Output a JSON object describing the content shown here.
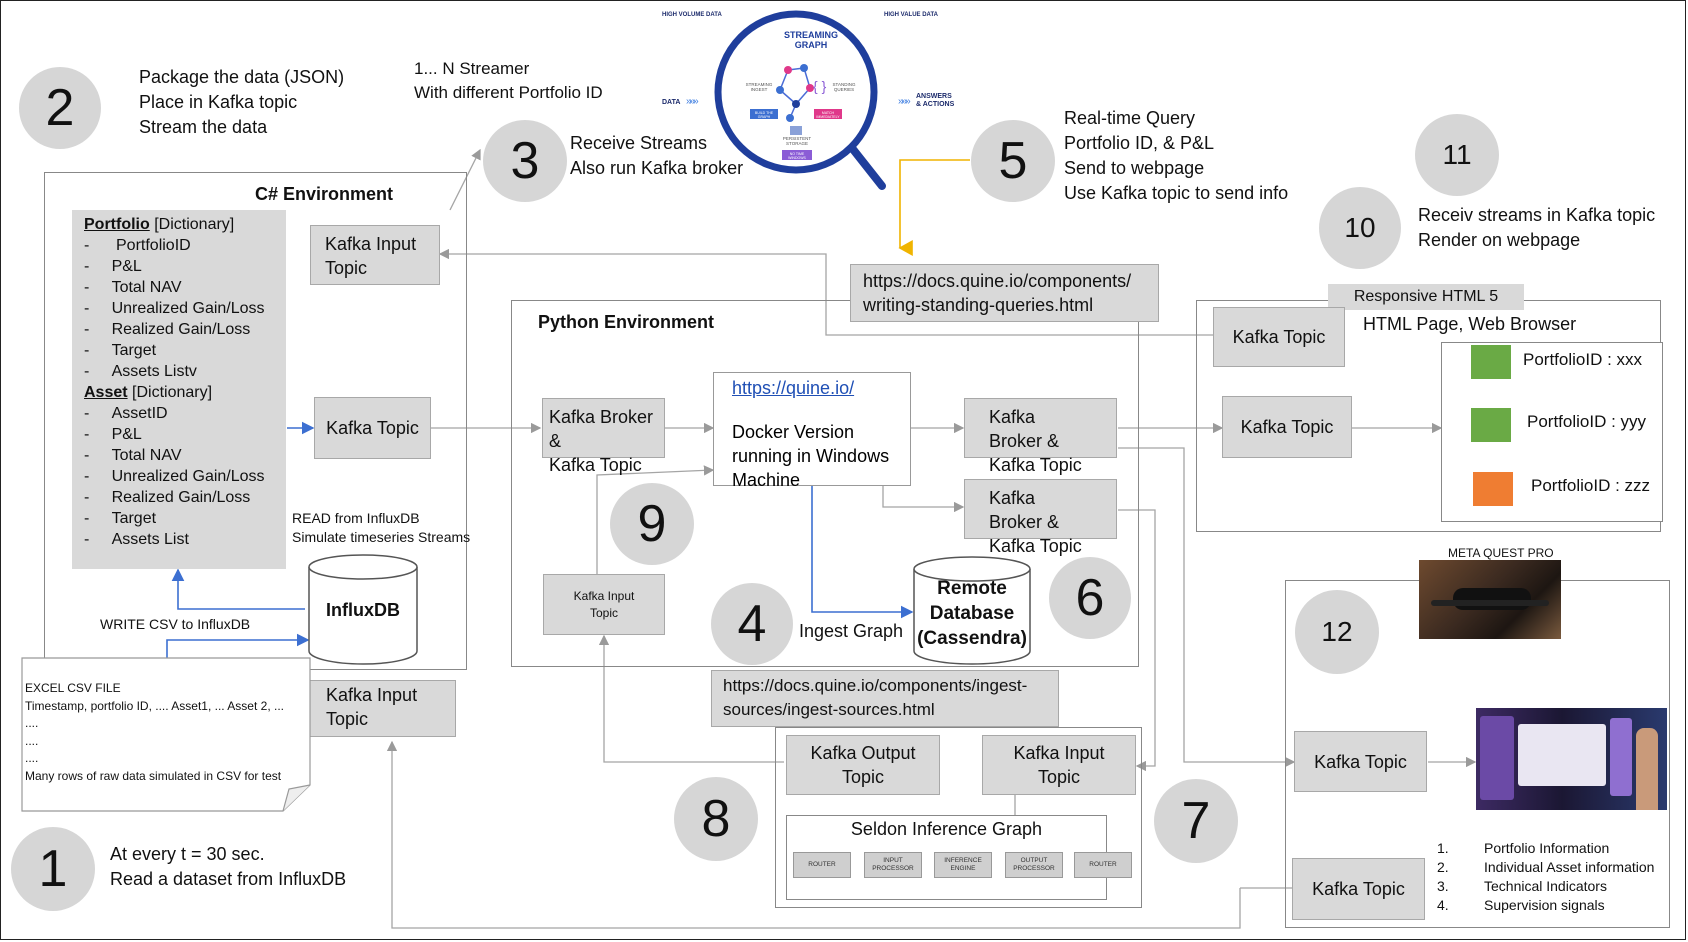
{
  "step_numbers": {
    "s1": "1",
    "s2": "2",
    "s3": "3",
    "s4": "4",
    "s5": "5",
    "s6": "6",
    "s7": "7",
    "s8": "8",
    "s9": "9",
    "s10": "10",
    "s11": "11",
    "s12": "12"
  },
  "notes": {
    "step2": [
      "Package the data (JSON)",
      "Place in Kafka topic",
      "Stream the data"
    ],
    "streamer": [
      "1... N Streamer",
      "With different Portfolio ID"
    ],
    "step3": [
      "Receive Streams",
      "Also run Kafka broker"
    ],
    "step5": [
      "Real-time Query",
      "Portfolio ID, & P&L",
      "Send to webpage",
      "Use Kafka topic to send info"
    ],
    "step10": [
      "Receiv streams in Kafka topic",
      "Render on webpage"
    ],
    "step1": [
      "At every t = 30 sec.",
      "Read a dataset from InfluxDB"
    ],
    "read_influx": [
      "READ from InfluxDB",
      "Simulate timeseries Streams"
    ],
    "write_csv": "WRITE CSV to InfluxDB",
    "ingest_graph": "Ingest Graph"
  },
  "csharp": {
    "title": "C# Environment",
    "portfolio_header": "Portfolio",
    "portfolio_suffix": " [Dictionary]",
    "portfolio_items": [
      "PortfolioID",
      "P&L",
      "Total NAV",
      "Unrealized Gain/Loss",
      "Realized Gain/Loss",
      "Target",
      "Assets Listv"
    ],
    "asset_header": "Asset",
    "asset_suffix": " [Dictionary]",
    "asset_items": [
      "AssetID",
      "P&L",
      "Total NAV",
      "Unrealized Gain/Loss",
      "Realized Gain/Loss",
      "Target",
      "Assets List"
    ],
    "kafka_input_topic_top": [
      "Kafka Input",
      "Topic"
    ],
    "kafka_topic_mid": "Kafka Topic",
    "kafka_input_topic_bottom": [
      "Kafka  Input",
      "Topic"
    ],
    "influxdb": "InfluxDB"
  },
  "csv_file": {
    "lines": [
      "EXCEL CSV FILE",
      "Timestamp, portfolio ID, .... Asset1, ... Asset 2, ...",
      "....",
      "....",
      "....",
      "Many rows of raw data simulated in CSV for test"
    ]
  },
  "python": {
    "title": "Python Environment",
    "broker_in": [
      "Kafka Broker &",
      "Kafka Topic"
    ],
    "quine_link": "https://quine.io/",
    "quine_desc": [
      "Docker Version",
      "running in Windows",
      "Machine"
    ],
    "broker_out1": [
      "Kafka Broker &",
      "Kafka Topic"
    ],
    "broker_out2": [
      "Kafka Broker &",
      "Kafka Topic"
    ],
    "kafka_input_topic": [
      "Kafka Input",
      "Topic"
    ],
    "remote_db": [
      "Remote",
      "Database",
      "(Cassendra)"
    ]
  },
  "urls": {
    "standing_queries": [
      "https://docs.quine.io/components/",
      "writing-standing-queries.html"
    ],
    "ingest_sources": [
      "https://docs.quine.io/components/ingest-",
      "sources/ingest-sources.html"
    ]
  },
  "seldon": {
    "kafka_output": [
      "Kafka Output",
      "Topic"
    ],
    "kafka_input": [
      "Kafka Input",
      "Topic"
    ],
    "title": "Seldon Inference Graph",
    "nodes": [
      "ROUTER",
      "INPUT PROCESSOR",
      "INFERENCE ENGINE",
      "OUTPUT PROCESSOR",
      "ROUTER"
    ]
  },
  "html_panel": {
    "badge": "Responsive HTML 5",
    "title": "HTML Page, Web Browser",
    "kafka_topic_top": "Kafka Topic",
    "kafka_topic_mid": "Kafka Topic",
    "portfolios": [
      {
        "label": "PortfolioID : xxx",
        "color": "#6aaa45"
      },
      {
        "label": "PortfolioID : yyy",
        "color": "#6aaa45"
      },
      {
        "label": "PortfolioID : zzz",
        "color": "#ef7d32"
      }
    ]
  },
  "meta_panel": {
    "product": "META QUEST PRO",
    "kafka_topic_top": "Kafka Topic",
    "kafka_topic_bottom": "Kafka Topic",
    "list": [
      {
        "num": "1.",
        "text": "Portfolio Information"
      },
      {
        "num": "2.",
        "text": "Individual Asset information"
      },
      {
        "num": "3.",
        "text": "Technical Indicators"
      },
      {
        "num": "4.",
        "text": "Supervision signals"
      }
    ]
  },
  "streaming_graph": {
    "title": [
      "STREAMING",
      "GRAPH"
    ],
    "high_volume": "HIGH VOLUME DATA",
    "high_value": "HIGH VALUE DATA",
    "data_in": "DATA",
    "answers": [
      "ANSWERS",
      "& ACTIONS"
    ],
    "ingest": [
      "STREAMING",
      "INGEST"
    ],
    "standing": [
      "STANDING",
      "QUERIES"
    ],
    "build": "BUILD THE GRAPH",
    "match": "MATCH IMMEDIATELY",
    "persistent": [
      "PERSISTENT",
      "STORAGE"
    ],
    "no_time": "NO TIME WINDOWS"
  }
}
